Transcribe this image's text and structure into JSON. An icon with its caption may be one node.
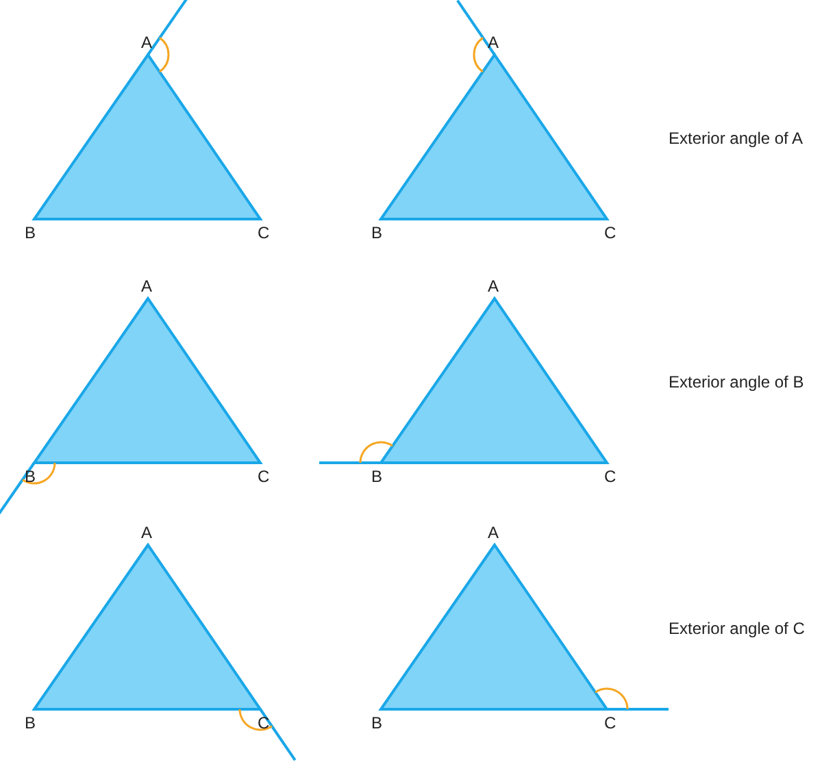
{
  "diagram": {
    "labels": [
      "A",
      "A",
      "Exterior angle of A",
      "B",
      "C",
      "B",
      "C",
      "A",
      "A",
      "Exterior angle of B",
      "B",
      "C",
      "B",
      "C",
      "A",
      "A",
      "Exterior angle of C",
      "B",
      "C",
      "B",
      "C"
    ]
  }
}
